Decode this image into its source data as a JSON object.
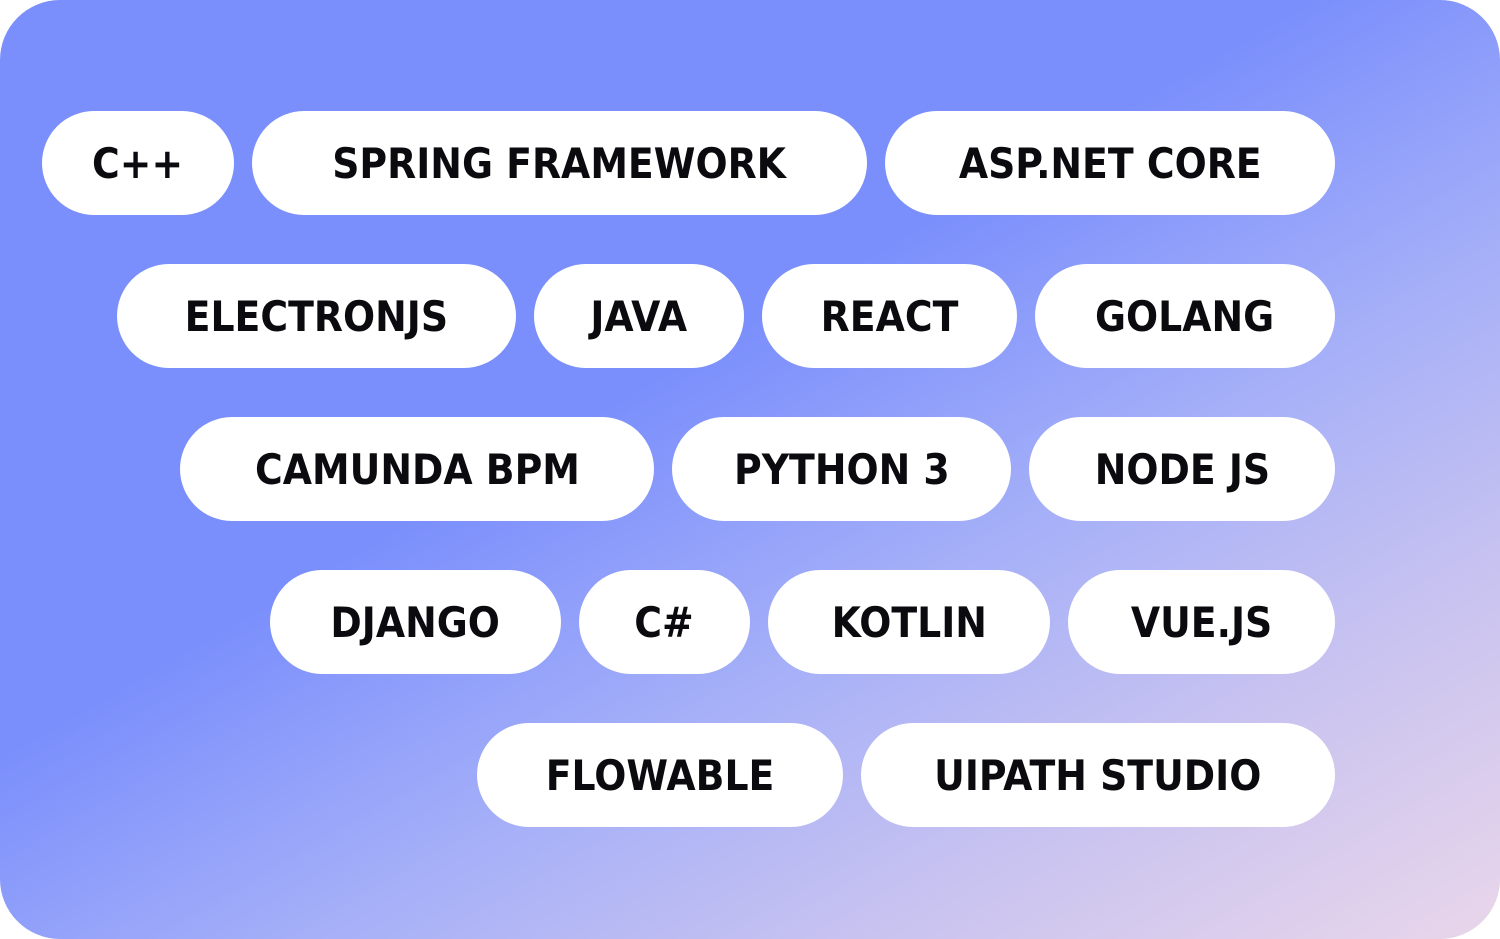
{
  "tags": [
    "C++",
    "SPRING FRAMEWORK",
    "ASP.NET CORE",
    "ELECTRONJS",
    "JAVA",
    "REACT",
    "GOLANG",
    "CAMUNDA BPM",
    "PYTHON 3",
    "NODE JS",
    "DJANGO",
    "C#",
    "KOTLIN",
    "VUE.JS",
    "FLOWABLE",
    "UIPATH STUDIO"
  ],
  "colors": {
    "pill_background": "#ffffff",
    "text": "#0b0b0f",
    "gradient_start": "#7b8ffc",
    "gradient_end": "#e9d6ea"
  }
}
